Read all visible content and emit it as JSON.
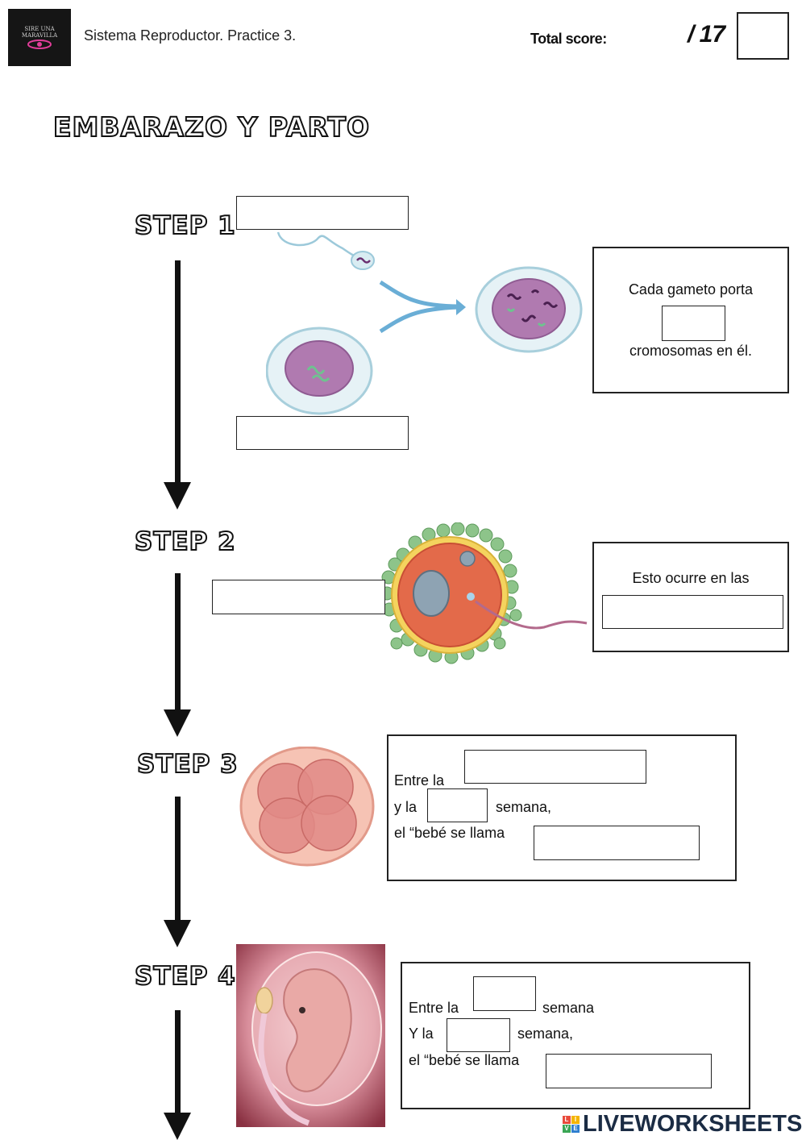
{
  "header": {
    "logo_text": "SIRE UNA MARAVILLA",
    "title": "Sistema Reproductor. Practice 3.",
    "score_label": "Total score:",
    "score_total": "/ 17"
  },
  "section_title": "EMBARAZO Y PARTO",
  "steps": [
    {
      "label": "STEP 1"
    },
    {
      "label": "STEP 2"
    },
    {
      "label": "STEP 3"
    },
    {
      "label": "STEP 4"
    }
  ],
  "step1": {
    "box_line1": "Cada gameto porta",
    "box_line2": "cromosomas en él."
  },
  "step2": {
    "box_line1": "Esto ocurre en las"
  },
  "step3": {
    "line1": "Entre la",
    "line2a": "y la",
    "line2b": "semana,",
    "line3": "el “bebé se llama"
  },
  "step4": {
    "line1a": "Entre la",
    "line1b": "semana",
    "line2a": "Y la",
    "line2b": "semana,",
    "line3": "el “bebé se llama"
  },
  "watermark": {
    "letters": [
      "L",
      "I",
      "V",
      "E"
    ],
    "text": "LIVEWORKSHEETS"
  },
  "colors": {
    "egg_purple": "#b07ab0",
    "cell_blue": "#cfe6ef",
    "zygote_orange": "#e36a4a",
    "corona_green": "#8dc48a",
    "morula_pink": "#e08a86",
    "arrow_blue": "#6aaed6"
  }
}
